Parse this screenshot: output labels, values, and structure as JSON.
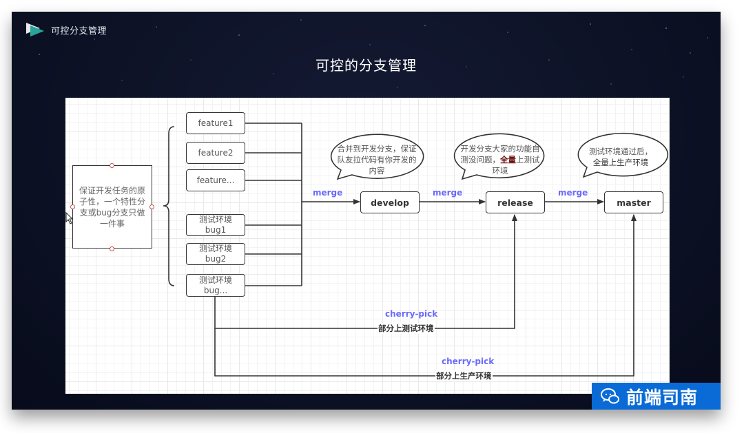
{
  "window": {
    "app_title": "可控分支管理",
    "slide_title": "可控的分支管理"
  },
  "diagram": {
    "principle_note": "保证开发任务的原子性，一个特性分支或bug分支只做一件事",
    "feature_branches": [
      "feature1",
      "feature2",
      "feature..."
    ],
    "bug_branches": [
      {
        "line1": "测试环境",
        "line2": "bug1"
      },
      {
        "line1": "测试环境",
        "line2": "bug2"
      },
      {
        "line1": "测试环境",
        "line2": "bug..."
      }
    ],
    "main_branches": [
      "develop",
      "release",
      "master"
    ],
    "merge_label": "merge",
    "bubbles": [
      {
        "text": "合并到开发分支，保证队友拉代码有你开发的内容"
      },
      {
        "text_before": "开发分支大家的功能自测没问题，",
        "text_bold": "全量",
        "text_after": "上测试环境"
      },
      {
        "line1": "测试环境通过后，",
        "line2": "全量上生产环境"
      }
    ],
    "cherry_pick_label": "cherry-pick",
    "cherry_pick_edges": [
      "部分上测试环境",
      "部分上生产环境"
    ]
  },
  "watermark": {
    "icon": "wechat-icon",
    "text": "前端司南"
  },
  "colors": {
    "window_bg": "#0d1226",
    "merge_label": "#6a6aff",
    "badge_bg": "#0a6bd6",
    "handle": "#c0504d"
  }
}
